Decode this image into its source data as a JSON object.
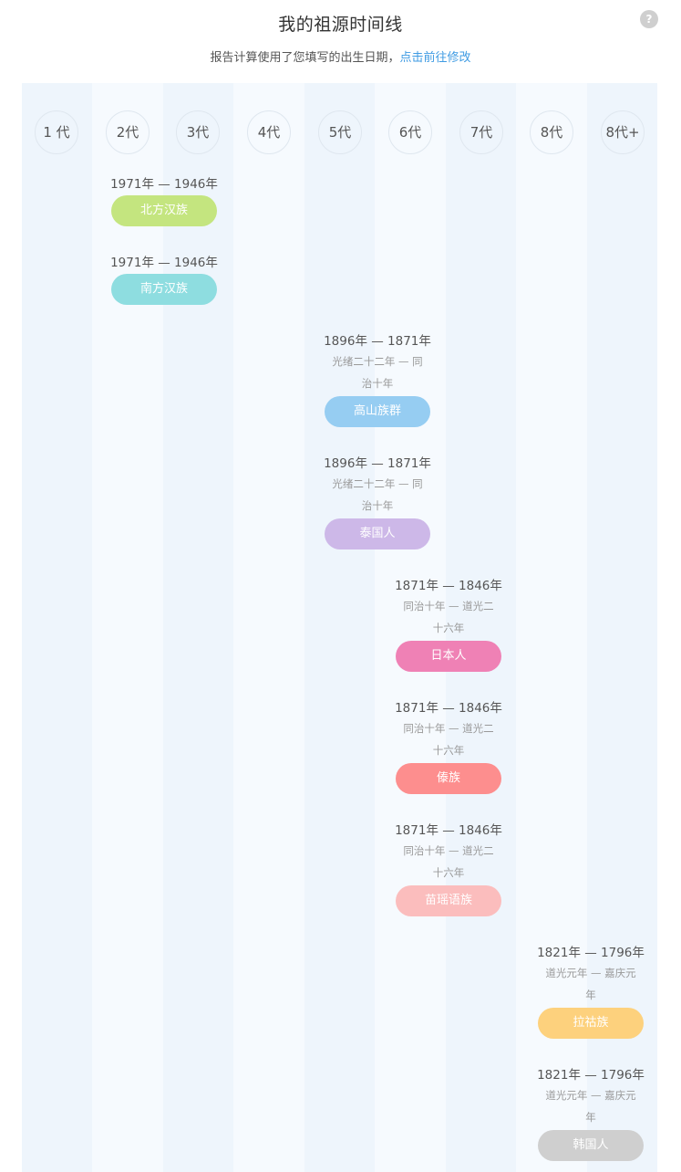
{
  "header": {
    "title": "我的祖源时间线",
    "help_icon": "?"
  },
  "subtitle": {
    "text": "报告计算使用了您填写的出生日期，",
    "link": "点击前往修改"
  },
  "generations": [
    "1 代",
    "2代",
    "3代",
    "4代",
    "5代",
    "6代",
    "7代",
    "8代",
    "8代+"
  ],
  "entries": [
    {
      "years": "1971年 — 1946年",
      "era": "",
      "label": "北方汉族",
      "color": "#c4e57f"
    },
    {
      "years": "1971年 — 1946年",
      "era": "",
      "label": "南方汉族",
      "color": "#8edde0"
    },
    {
      "years": "1896年 — 1871年",
      "era": "光绪二十二年 — 同治十年",
      "label": "高山族群",
      "color": "#96cdf2"
    },
    {
      "years": "1896年 — 1871年",
      "era": "光绪二十二年 — 同治十年",
      "label": "泰国人",
      "color": "#cdb8e8"
    },
    {
      "years": "1871年 — 1846年",
      "era": "同治十年 — 道光二十六年",
      "label": "日本人",
      "color": "#ef81b5"
    },
    {
      "years": "1871年 — 1846年",
      "era": "同治十年 — 道光二十六年",
      "label": "傣族",
      "color": "#fd8e8e"
    },
    {
      "years": "1871年 — 1846年",
      "era": "同治十年 — 道光二十六年",
      "label": "苗瑶语族",
      "color": "#fbbdbd"
    },
    {
      "years": "1821年 — 1796年",
      "era": "道光元年 — 嘉庆元年",
      "label": "拉祜族",
      "color": "#fdd17d"
    },
    {
      "years": "1821年 — 1796年",
      "era": "道光元年 — 嘉庆元年",
      "label": "韩国人",
      "color": "#cfcfcf"
    }
  ]
}
